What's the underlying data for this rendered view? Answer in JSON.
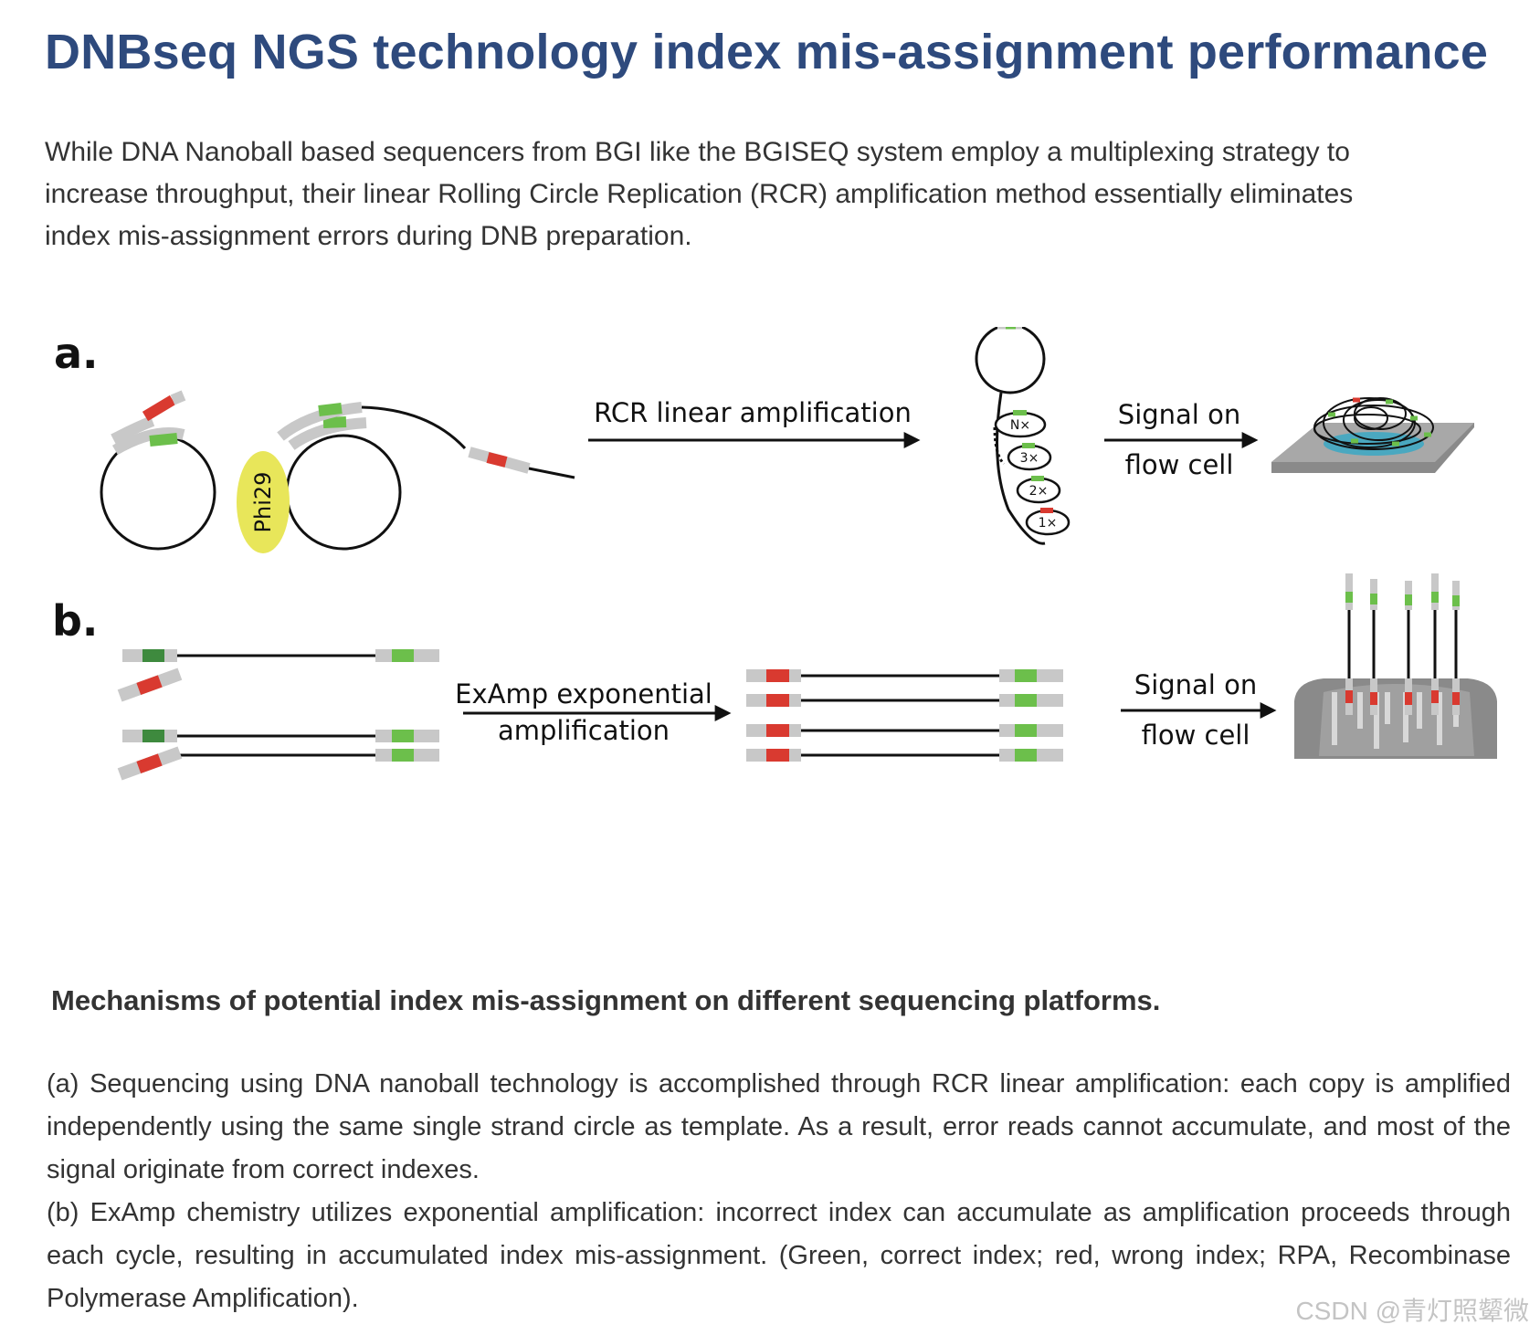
{
  "title": "DNBseq NGS technology index mis-assignment performance",
  "intro": [
    "While DNA Nanoball based sequencers from BGI like the BGISEQ system employ a multiplexing strategy to",
    "increase throughput, their linear Rolling Circle Replication (RCR) amplification method essentially eliminates",
    "index mis-assignment errors during DNB preparation."
  ],
  "figure": {
    "panel_a": {
      "label": "a.",
      "enzyme": "Phi29",
      "arrow_label": "RCR linear amplification",
      "signal_line1": "Signal on",
      "signal_line2": "flow cell",
      "copy_labels": [
        "N×",
        "3×",
        "2×",
        "1×"
      ]
    },
    "panel_b": {
      "label": "b.",
      "arrow_label_line1": "ExAmp exponential",
      "arrow_label_line2": "amplification",
      "signal_line1": "Signal on",
      "signal_line2": "flow cell"
    },
    "colors": {
      "correct_index": "#6cbf4b",
      "dark_correct_index": "#3e8a3e",
      "wrong_index": "#d93a30",
      "adapter_gray": "#c8c8c8",
      "phi29_yellow": "#e8e65a",
      "flowcell_gray": "#8a8a8a",
      "title_blue": "#2e4a7d"
    }
  },
  "caption": {
    "title": "Mechanisms of potential index mis-assignment on different sequencing platforms.",
    "paragraphs": [
      "(a) Sequencing using DNA nanoball technology is accomplished through RCR linear amplification: each copy is amplified independently using the same single strand circle as template. As a result, error reads cannot accumulate, and most of the signal originate from correct indexes.",
      "(b) ExAmp chemistry utilizes exponential amplification: incorrect index can accumulate as amplification proceeds through each cycle, resulting in accumulated index mis-assignment. (Green, correct index; red, wrong index; RPA, Recombinase Polymerase Amplification)."
    ]
  },
  "watermark": "CSDN @青灯照颦微"
}
